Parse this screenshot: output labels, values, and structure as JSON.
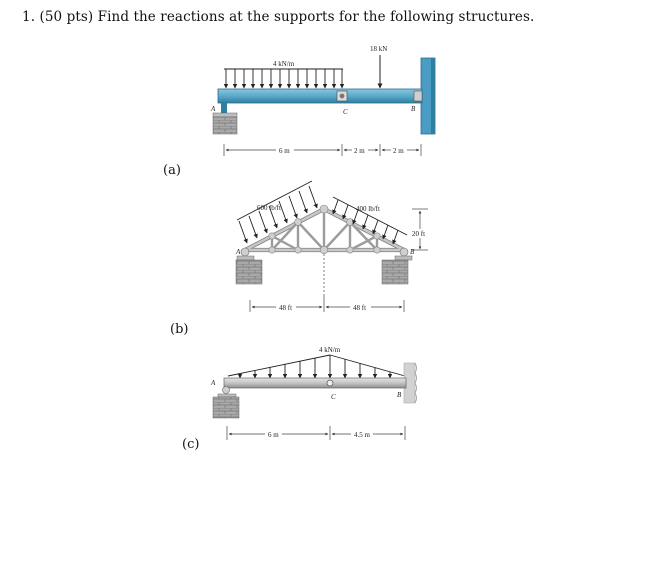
{
  "question": {
    "text": "1. (50 pts) Find the reactions at the supports for the following structures."
  },
  "parts": [
    {
      "label": "(a)",
      "load_distributed": "4 kN/m",
      "load_point": "18 kN",
      "point_labels": {
        "a": "A",
        "c": "C",
        "b": "B"
      },
      "dims": {
        "d1": "6 m",
        "d2": "2 m",
        "d3": "2 m"
      }
    },
    {
      "label": "(b)",
      "load_left": "600 lb/ft",
      "load_right": "400 lb/ft",
      "height": "20 ft",
      "point_labels": {
        "a": "A",
        "b": "B"
      },
      "dims": {
        "d1": "48 ft",
        "d2": "48 ft"
      }
    },
    {
      "label": "(c)",
      "load_distributed": "4 kN/m",
      "point_labels": {
        "a": "A",
        "c": "C",
        "b": "B"
      },
      "dims": {
        "d1": "6 m",
        "d2": "4.5 m"
      }
    }
  ],
  "colors": {
    "beam": "#5aa9c9",
    "beam_dark": "#2f7fa3",
    "support_gray": "#9a9a9a",
    "truss_gray": "#b9b9b9",
    "wall_blue": "#4a9cc2"
  }
}
